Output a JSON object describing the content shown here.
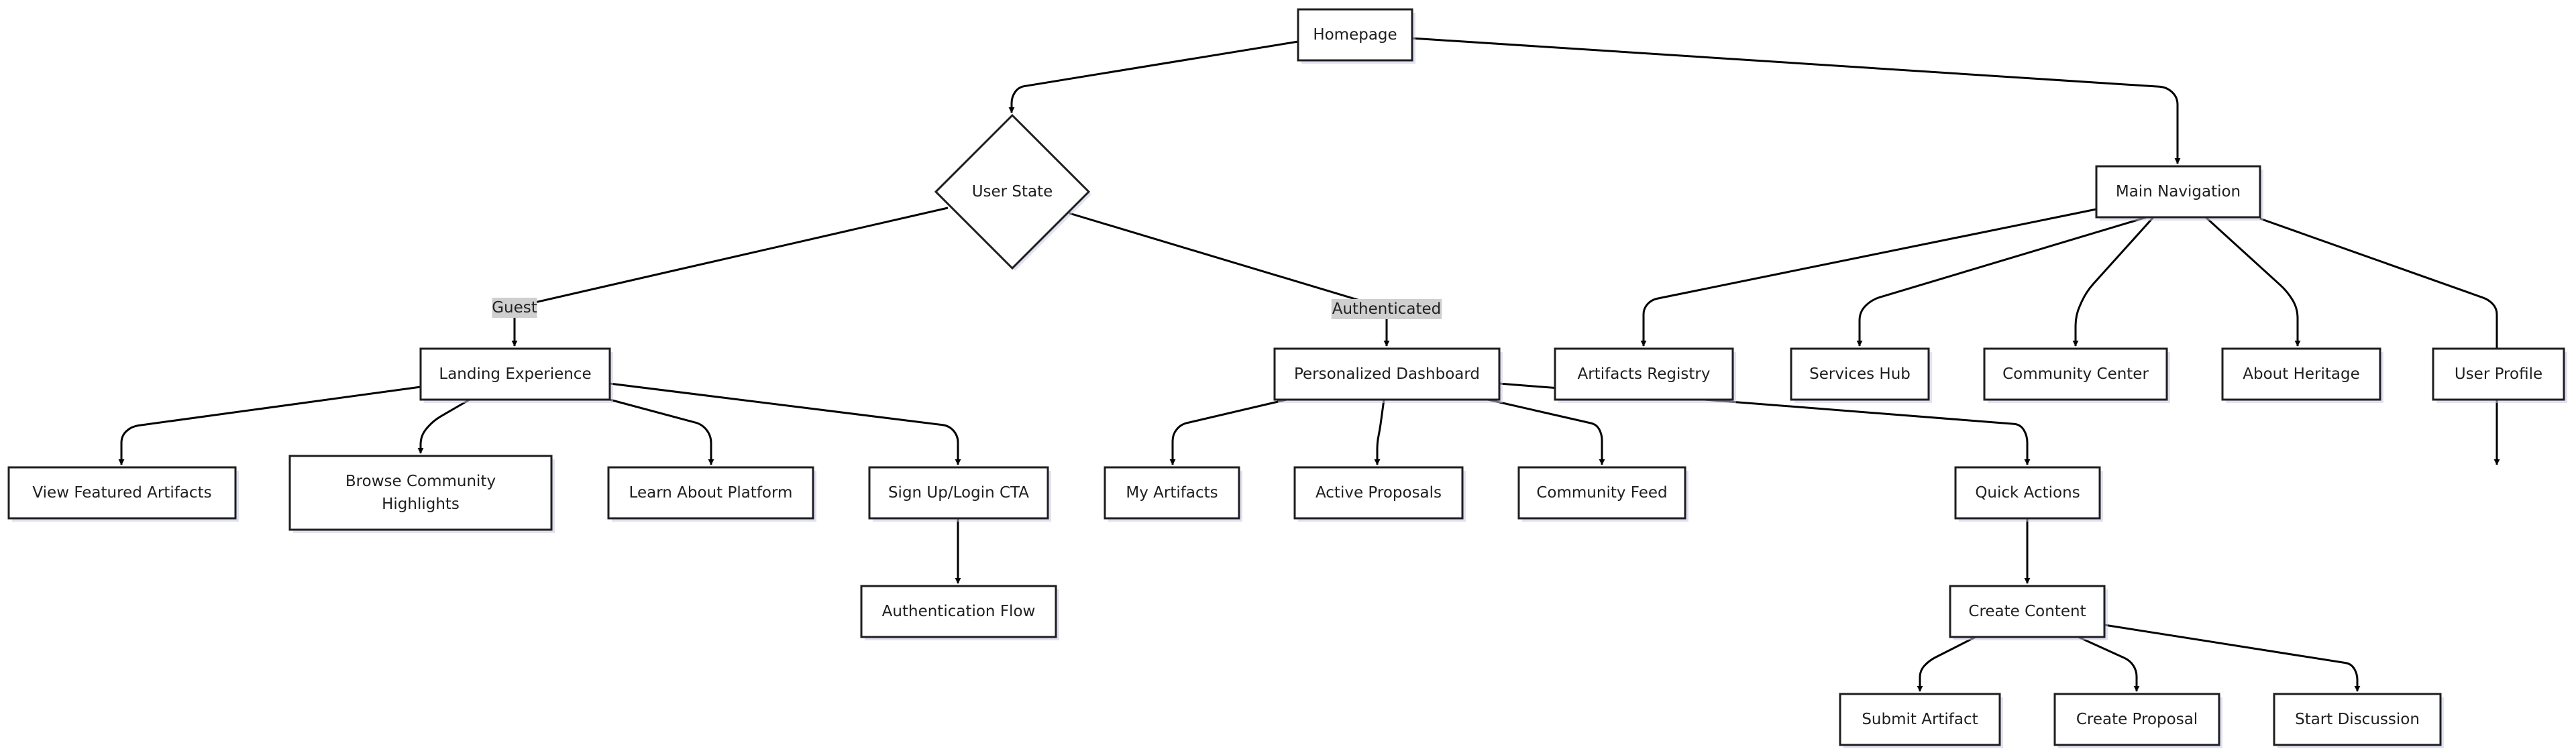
{
  "diagram": {
    "type": "flowchart",
    "nodes": [
      {
        "id": "homepage",
        "label": "Homepage",
        "shape": "rect"
      },
      {
        "id": "user-state",
        "label": "User State",
        "shape": "diamond"
      },
      {
        "id": "main-navigation",
        "label": "Main Navigation",
        "shape": "rect"
      },
      {
        "id": "landing-experience",
        "label": "Landing Experience",
        "shape": "rect"
      },
      {
        "id": "personalized-dashboard",
        "label": "Personalized Dashboard",
        "shape": "rect"
      },
      {
        "id": "artifacts-registry",
        "label": "Artifacts Registry",
        "shape": "rect"
      },
      {
        "id": "services-hub",
        "label": "Services Hub",
        "shape": "rect"
      },
      {
        "id": "community-center",
        "label": "Community Center",
        "shape": "rect"
      },
      {
        "id": "about-heritage",
        "label": "About Heritage",
        "shape": "rect"
      },
      {
        "id": "user-profile",
        "label": "User Profile",
        "shape": "rect"
      },
      {
        "id": "view-featured-artifacts",
        "label": "View Featured Artifacts",
        "shape": "rect"
      },
      {
        "id": "browse-community-highlights",
        "label": "Browse Community Highlights",
        "shape": "rect"
      },
      {
        "id": "learn-about-platform",
        "label": "Learn About Platform",
        "shape": "rect"
      },
      {
        "id": "sign-up-login-cta",
        "label": "Sign Up/Login CTA",
        "shape": "rect"
      },
      {
        "id": "authentication-flow",
        "label": "Authentication Flow",
        "shape": "rect"
      },
      {
        "id": "my-artifacts",
        "label": "My Artifacts",
        "shape": "rect"
      },
      {
        "id": "active-proposals",
        "label": "Active Proposals",
        "shape": "rect"
      },
      {
        "id": "community-feed",
        "label": "Community Feed",
        "shape": "rect"
      },
      {
        "id": "quick-actions",
        "label": "Quick Actions",
        "shape": "rect"
      },
      {
        "id": "create-content",
        "label": "Create Content",
        "shape": "rect"
      },
      {
        "id": "submit-artifact",
        "label": "Submit Artifact",
        "shape": "rect"
      },
      {
        "id": "create-proposal",
        "label": "Create Proposal",
        "shape": "rect"
      },
      {
        "id": "start-discussion",
        "label": "Start Discussion",
        "shape": "rect"
      }
    ],
    "edges": [
      {
        "from": "homepage",
        "to": "user-state",
        "label": ""
      },
      {
        "from": "homepage",
        "to": "main-navigation",
        "label": ""
      },
      {
        "from": "user-state",
        "to": "landing-experience",
        "label": "Guest"
      },
      {
        "from": "user-state",
        "to": "personalized-dashboard",
        "label": "Authenticated"
      },
      {
        "from": "main-navigation",
        "to": "artifacts-registry",
        "label": ""
      },
      {
        "from": "main-navigation",
        "to": "services-hub",
        "label": ""
      },
      {
        "from": "main-navigation",
        "to": "community-center",
        "label": ""
      },
      {
        "from": "main-navigation",
        "to": "about-heritage",
        "label": ""
      },
      {
        "from": "main-navigation",
        "to": "user-profile",
        "label": ""
      },
      {
        "from": "landing-experience",
        "to": "view-featured-artifacts",
        "label": ""
      },
      {
        "from": "landing-experience",
        "to": "browse-community-highlights",
        "label": ""
      },
      {
        "from": "landing-experience",
        "to": "learn-about-platform",
        "label": ""
      },
      {
        "from": "landing-experience",
        "to": "sign-up-login-cta",
        "label": ""
      },
      {
        "from": "sign-up-login-cta",
        "to": "authentication-flow",
        "label": ""
      },
      {
        "from": "personalized-dashboard",
        "to": "my-artifacts",
        "label": ""
      },
      {
        "from": "personalized-dashboard",
        "to": "active-proposals",
        "label": ""
      },
      {
        "from": "personalized-dashboard",
        "to": "community-feed",
        "label": ""
      },
      {
        "from": "personalized-dashboard",
        "to": "quick-actions",
        "label": ""
      },
      {
        "from": "quick-actions",
        "to": "create-content",
        "label": ""
      },
      {
        "from": "create-content",
        "to": "submit-artifact",
        "label": ""
      },
      {
        "from": "create-content",
        "to": "create-proposal",
        "label": ""
      },
      {
        "from": "create-content",
        "to": "start-discussion",
        "label": ""
      }
    ],
    "colors": {
      "node_fill": "#ffffff",
      "node_stroke": "#1e1e1e",
      "edge_stroke": "#000000",
      "edge_label_bg": "#cfcfcf",
      "shadow": "#c9cbe6"
    }
  }
}
